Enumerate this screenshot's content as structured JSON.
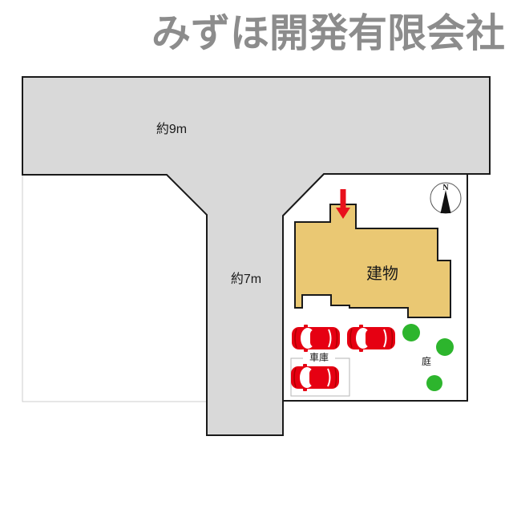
{
  "title": "みずほ開発有限会社",
  "plan": {
    "top_road_width": "約9m",
    "side_road_width": "約7m",
    "building": "建物",
    "garage": "車庫",
    "garden": "庭",
    "compass_north": "N"
  },
  "colors": {
    "title_gray": "#8c8c8c",
    "road_gray": "#d9d9d9",
    "building_tan": "#eac873",
    "car_red": "#e60012",
    "car_accent": "#b00000",
    "tree_green": "#2db52d",
    "arrow_red": "#e8101c",
    "outline": "#1a1a1a",
    "lot_faint_border": "#cccccc"
  }
}
